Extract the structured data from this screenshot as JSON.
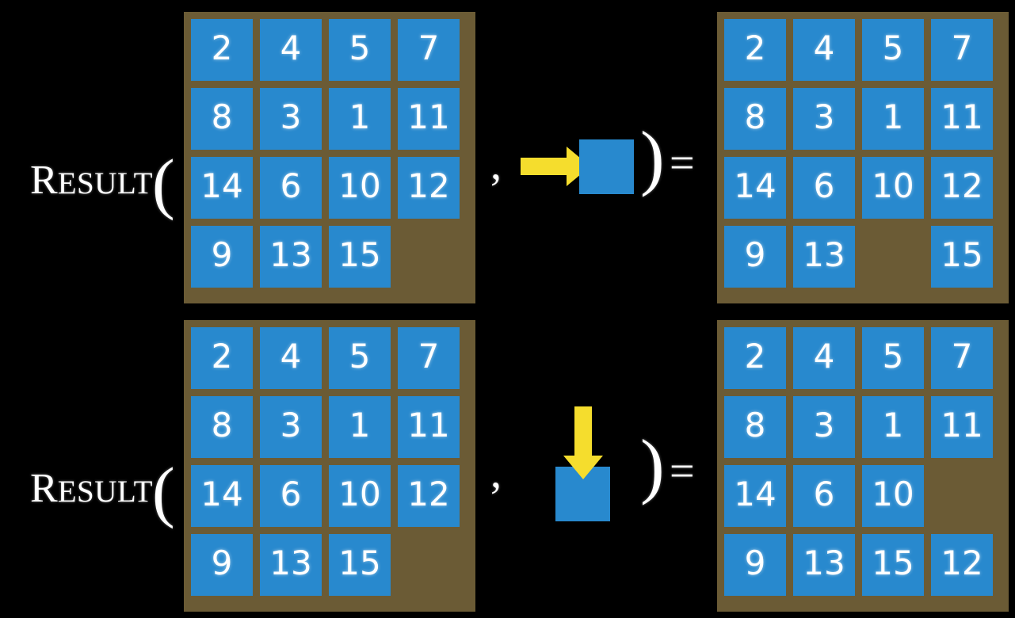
{
  "figure": {
    "background_color": "#000000",
    "tile_color": "#2889ce",
    "board_color": "#6b5b35",
    "arrow_color": "#f5dd2d",
    "text_color": "#ffffff"
  },
  "label": {
    "cap": "R",
    "rest": "ESULT",
    "open_paren": "(",
    "comma": ",",
    "close_paren": ")",
    "equals": "="
  },
  "rows": [
    {
      "id": "row-1",
      "operand": {
        "arrow_direction": "right",
        "arrow_icon": "arrow-right-icon",
        "square_label": ""
      },
      "input_board": {
        "rows": 4,
        "cols": 4,
        "cells": [
          [
            "2",
            "4",
            "5",
            "7"
          ],
          [
            "8",
            "3",
            "1",
            "11"
          ],
          [
            "14",
            "6",
            "10",
            "12"
          ],
          [
            "9",
            "13",
            "15",
            ""
          ]
        ]
      },
      "output_board": {
        "rows": 4,
        "cols": 4,
        "cells": [
          [
            "2",
            "4",
            "5",
            "7"
          ],
          [
            "8",
            "3",
            "1",
            "11"
          ],
          [
            "14",
            "6",
            "10",
            "12"
          ],
          [
            "9",
            "13",
            "",
            "15"
          ]
        ]
      }
    },
    {
      "id": "row-2",
      "operand": {
        "arrow_direction": "down",
        "arrow_icon": "arrow-down-icon",
        "square_label": ""
      },
      "input_board": {
        "rows": 4,
        "cols": 4,
        "cells": [
          [
            "2",
            "4",
            "5",
            "7"
          ],
          [
            "8",
            "3",
            "1",
            "11"
          ],
          [
            "14",
            "6",
            "10",
            "12"
          ],
          [
            "9",
            "13",
            "15",
            ""
          ]
        ]
      },
      "output_board": {
        "rows": 4,
        "cols": 4,
        "cells": [
          [
            "2",
            "4",
            "5",
            "7"
          ],
          [
            "8",
            "3",
            "1",
            "11"
          ],
          [
            "14",
            "6",
            "10",
            ""
          ],
          [
            "9",
            "13",
            "15",
            "12"
          ]
        ]
      }
    }
  ]
}
